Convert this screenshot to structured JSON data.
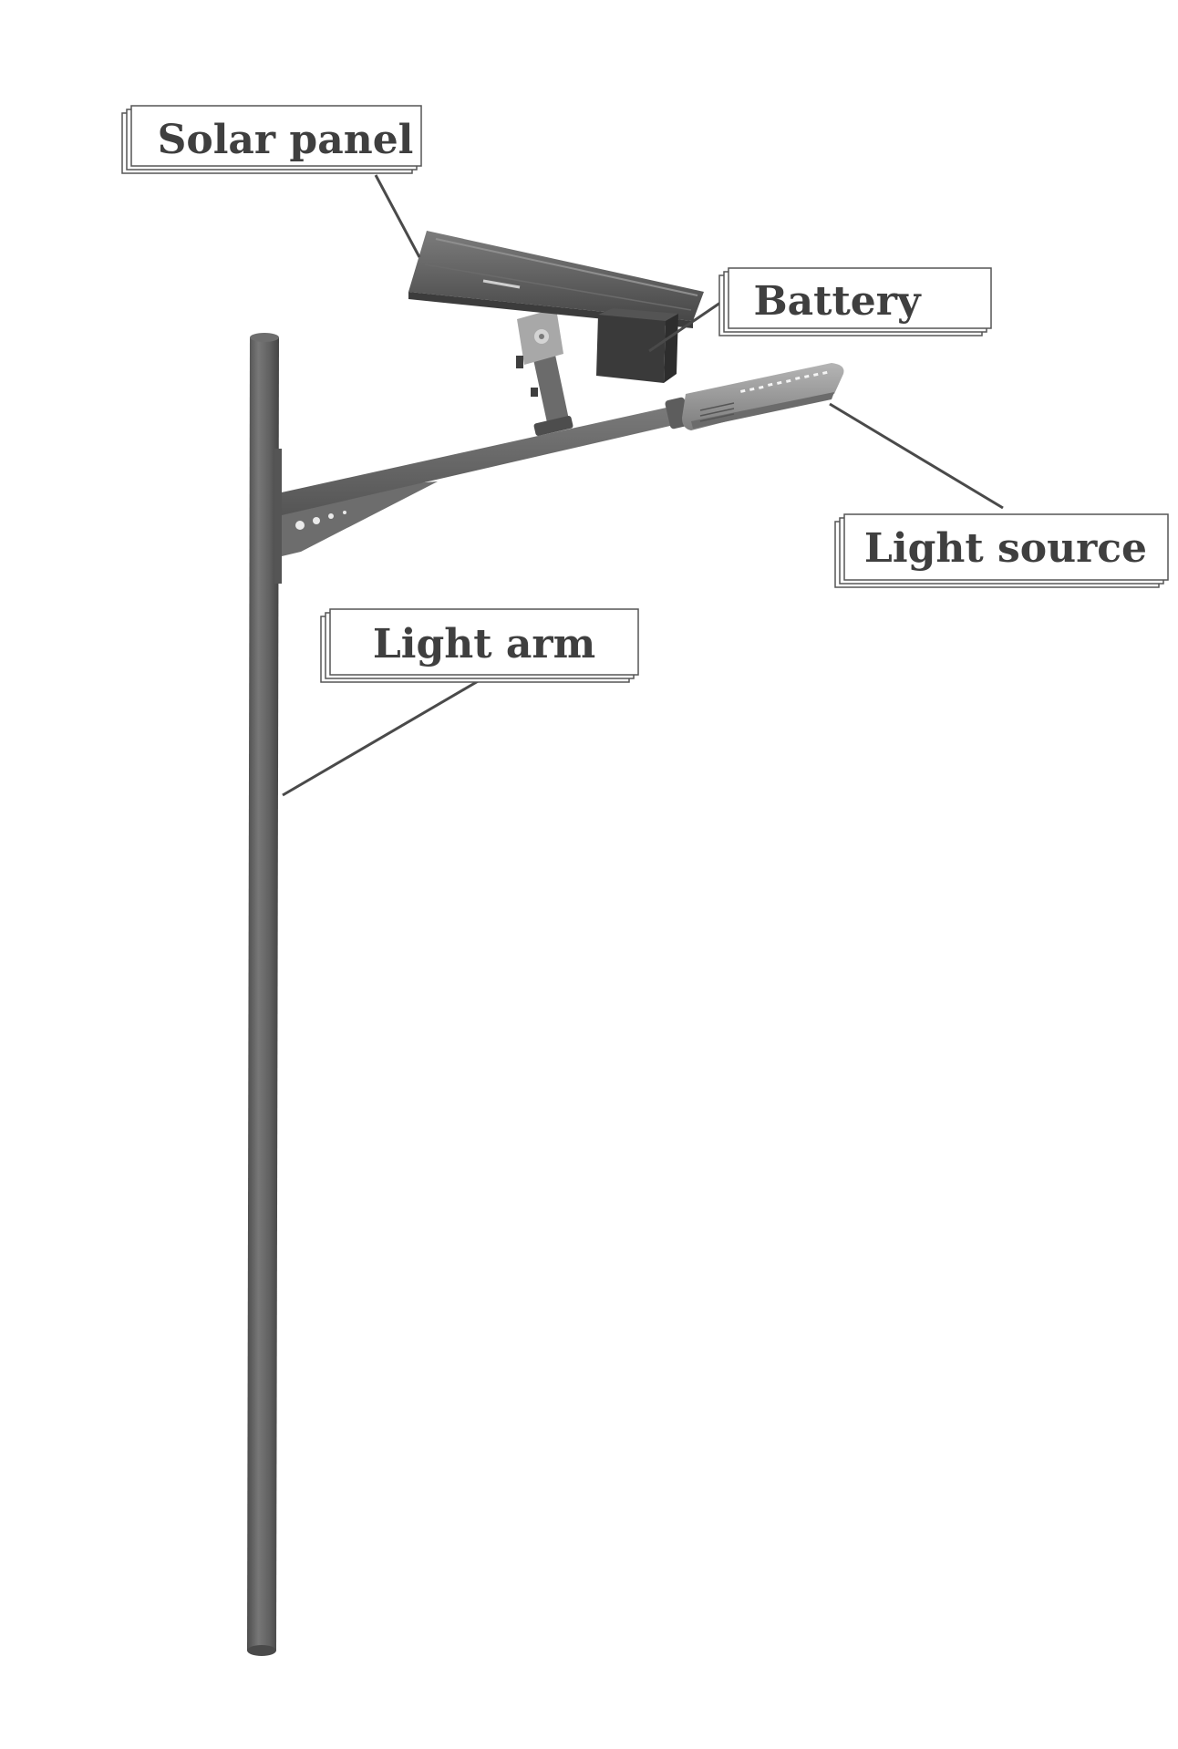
{
  "labels": {
    "solar_panel": "Solar panel",
    "battery": "Battery",
    "light_source": "Light source",
    "light_arm": "Light arm"
  },
  "colors": {
    "pole": "#5f5f5f",
    "arm": "#6a6a6a",
    "leader_line": "#4a4a4a",
    "label_text": "#3f3f3f",
    "label_border": "#555555",
    "panel": "#4e4e4e",
    "battery_box": "#3a3a3a",
    "lamp_head": "#9a9a9a"
  }
}
